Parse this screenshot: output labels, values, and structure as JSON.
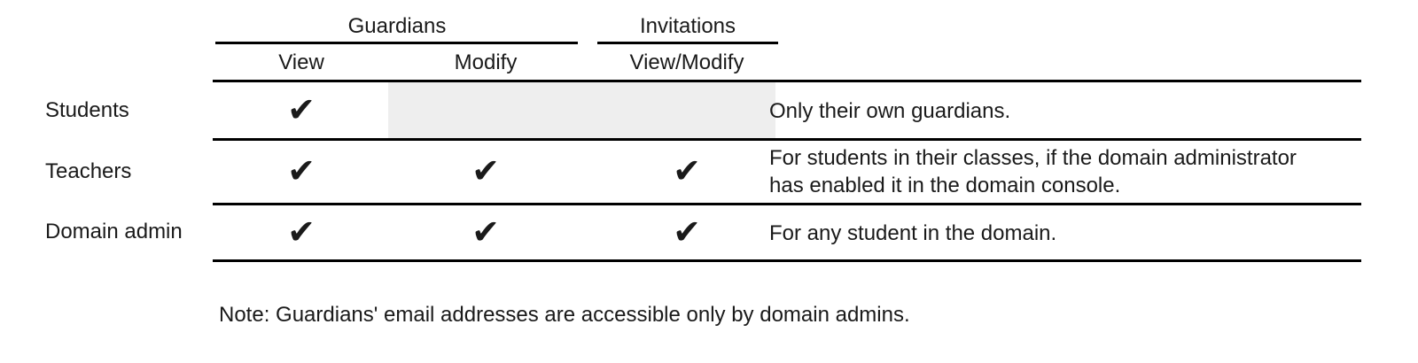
{
  "table": {
    "caption": "",
    "column_groups": [
      {
        "label": "Guardians",
        "span": 2
      },
      {
        "label": "Invitations",
        "span": 1
      }
    ],
    "columns": [
      {
        "label": "View"
      },
      {
        "label": "Modify"
      },
      {
        "label": "View/Modify"
      },
      {
        "label": ""
      }
    ],
    "rows": [
      {
        "label": "Students",
        "guardians_view": "✔",
        "guardians_modify": "",
        "invitations_view_modify": "",
        "guardians_modify_state": "not-applicable",
        "invitations_state": "not-applicable",
        "description": "Only their own guardians."
      },
      {
        "label": "Teachers",
        "guardians_view": "✔",
        "guardians_modify": "✔",
        "invitations_view_modify": "✔",
        "guardians_modify_state": "allowed",
        "invitations_state": "allowed",
        "description": "For students in their classes, if the domain administrator\nhas enabled it in the domain console."
      },
      {
        "label": "Domain admin",
        "guardians_view": "✔",
        "guardians_modify": "✔",
        "invitations_view_modify": "✔",
        "guardians_modify_state": "allowed",
        "invitations_state": "allowed",
        "description": "For any student in the domain."
      }
    ]
  },
  "footnote": {
    "text": "Note: Guardians' email addresses are accessible only by domain admins."
  },
  "icons": {
    "check": "✔"
  },
  "colors": {
    "text": "#1a1a1a",
    "rule": "#000000",
    "shade": "#eeeeee",
    "background": "#ffffff"
  }
}
